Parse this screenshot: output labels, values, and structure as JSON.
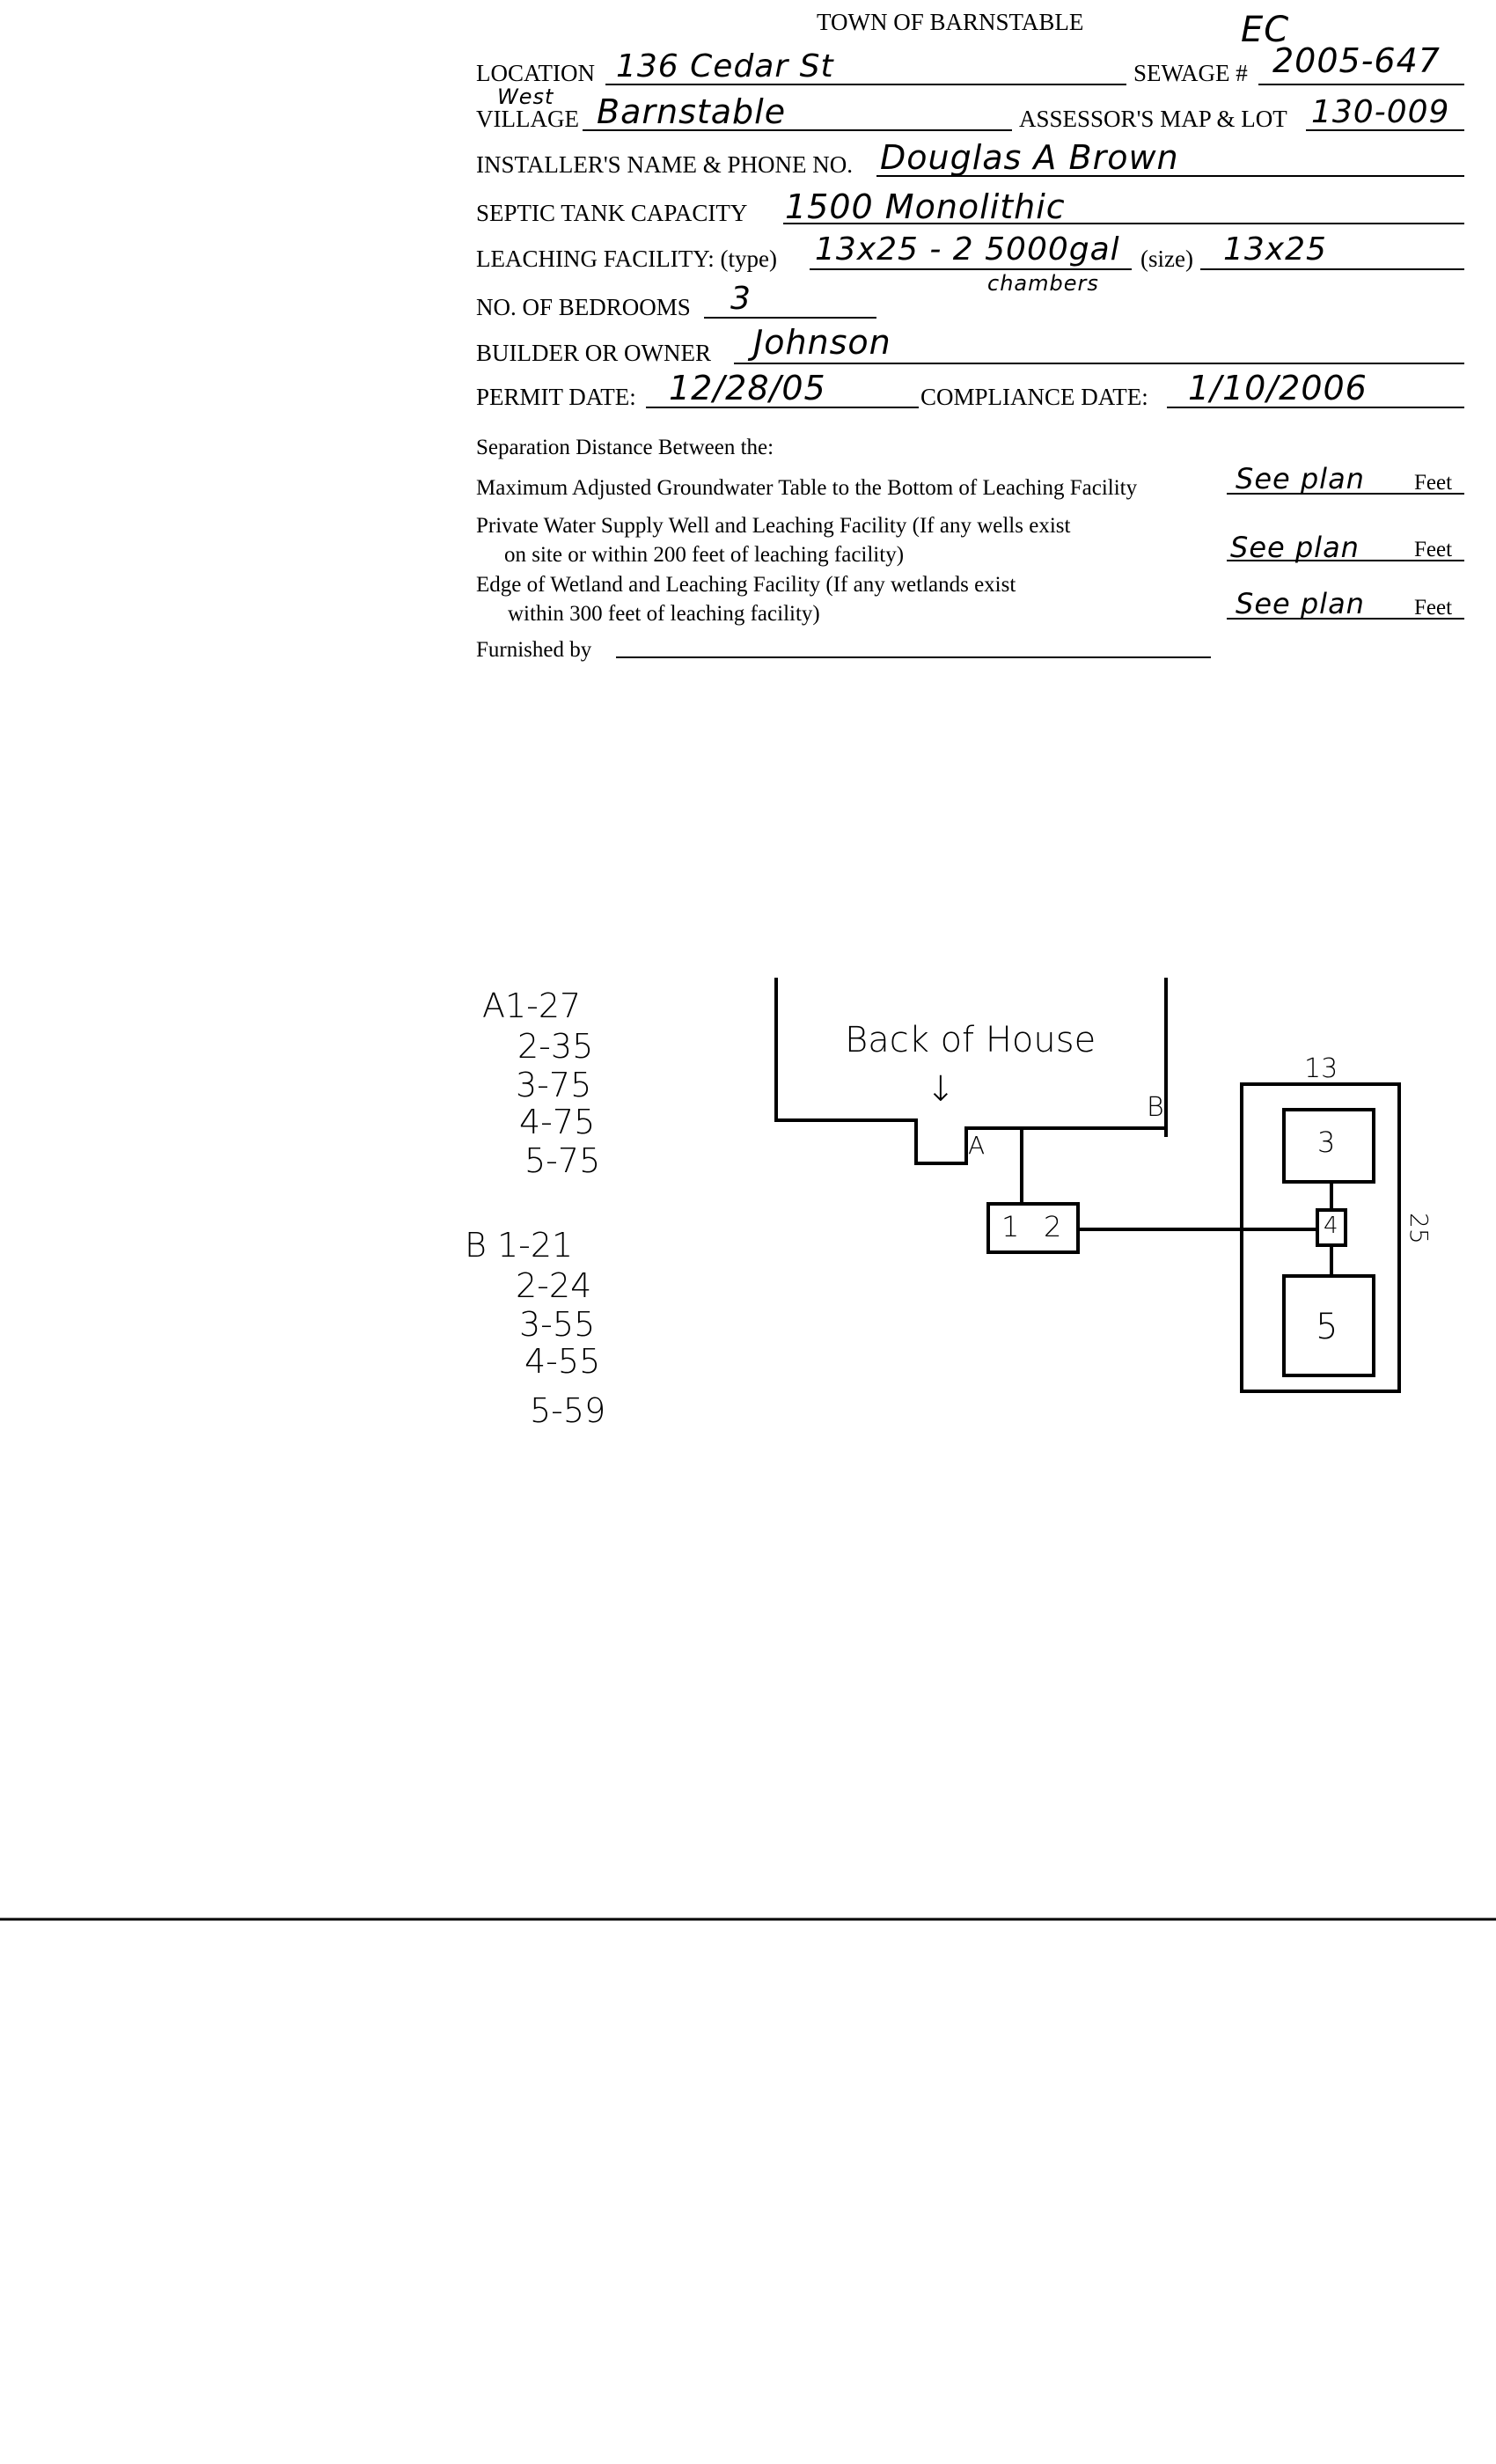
{
  "form": {
    "title": "TOWN OF BARNSTABLE",
    "corner_mark": "EC",
    "location_label": "LOCATION",
    "location_value": "136 Cedar St",
    "location_note": "West",
    "sewage_label": "SEWAGE #",
    "sewage_value": "2005-647",
    "village_label": "VILLAGE",
    "village_value": "Barnstable",
    "map_lot_label": "ASSESSOR'S MAP & LOT",
    "map_lot_value": "130-009",
    "installer_label": "INSTALLER'S NAME & PHONE NO.",
    "installer_value": "Douglas A Brown",
    "septic_label": "SEPTIC TANK CAPACITY",
    "septic_value": "1500 Monolithic",
    "leaching_label": "LEACHING FACILITY: (type)",
    "leaching_type_value": "13x25 - 2 5000gal",
    "leaching_type_note": "chambers",
    "size_label": "(size)",
    "size_value": "13x25",
    "bedrooms_label": "NO. OF BEDROOMS",
    "bedrooms_value": "3",
    "owner_label": "BUILDER OR OWNER",
    "owner_value": "Johnson",
    "permit_label": "PERMIT DATE:",
    "permit_value": "12/28/05",
    "compliance_label": "COMPLIANCE DATE:",
    "compliance_value": "1/10/2006",
    "separation_heading": "Separation Distance Between the:",
    "sep_groundwater": "Maximum Adjusted Groundwater Table to the Bottom of Leaching Facility",
    "sep_well_1": "Private Water Supply Well and Leaching Facility  (If any wells exist",
    "sep_well_2": "on site or within 200 feet of leaching facility)",
    "sep_wetland_1": "Edge of Wetland and Leaching Facility (If any wetlands exist",
    "sep_wetland_2": "within 300 feet of leaching facility)",
    "see_plan": "See plan",
    "feet": "Feet",
    "furnished_label": "Furnished by"
  },
  "sketch": {
    "house_label": "Back of House",
    "arrow": "↓",
    "point_a": "A",
    "point_b": "B",
    "box_1": "1",
    "box_2": "2",
    "box_3": "3",
    "box_4": "4",
    "box_5": "5",
    "width_dim": "13",
    "length_dim": "25",
    "a_readings": [
      "A1-27",
      "2-35",
      "3-75",
      "4-75",
      "5-75"
    ],
    "b_readings": [
      "B  1-21",
      "2-24",
      "3-55",
      "4-55",
      "5-59"
    ]
  }
}
